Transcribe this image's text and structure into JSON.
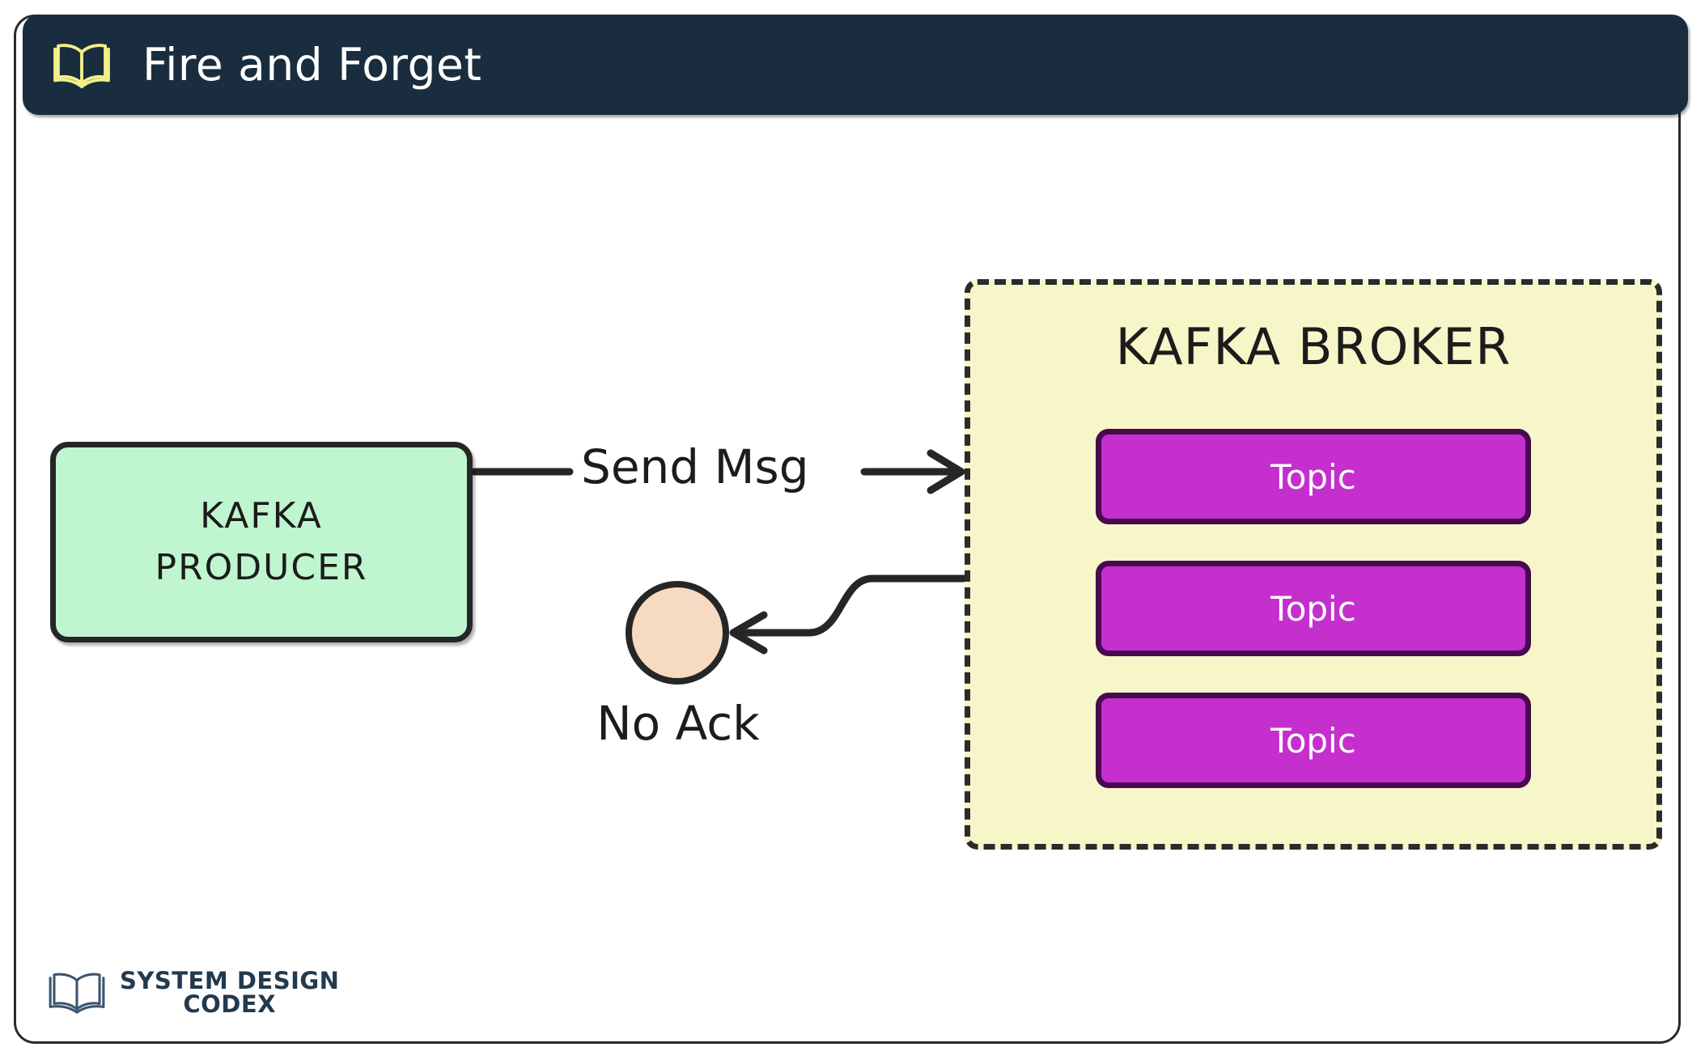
{
  "header": {
    "title": "Fire and Forget",
    "icon": "open-book-icon",
    "background_color": "#1a2d3f",
    "title_color": "#ffffff",
    "icon_color": "#f2f08a"
  },
  "diagram": {
    "producer": {
      "line1": "KAFKA",
      "line2": "PRODUCER",
      "fill_color": "#bff6cf",
      "border_color": "#262626"
    },
    "send_edge": {
      "label": "Send Msg",
      "direction": "producer-to-broker"
    },
    "ack_node": {
      "label": "No Ack",
      "fill_color": "#f7dac2",
      "border_color": "#262626"
    },
    "broker": {
      "title": "KAFKA BROKER",
      "fill_color": "#f7f6c8",
      "border_color": "#2b2b2b",
      "border_style": "dashed",
      "topics": [
        {
          "label": "Topic"
        },
        {
          "label": "Topic"
        },
        {
          "label": "Topic"
        }
      ],
      "topic_fill_color": "#c42fcd",
      "topic_border_color": "#470a4f",
      "topic_text_color": "#ffffff"
    }
  },
  "footer": {
    "logo_icon": "open-book-icon",
    "line1": "SYSTEM DESIGN",
    "line2": "CODEX",
    "color": "#23394d"
  }
}
